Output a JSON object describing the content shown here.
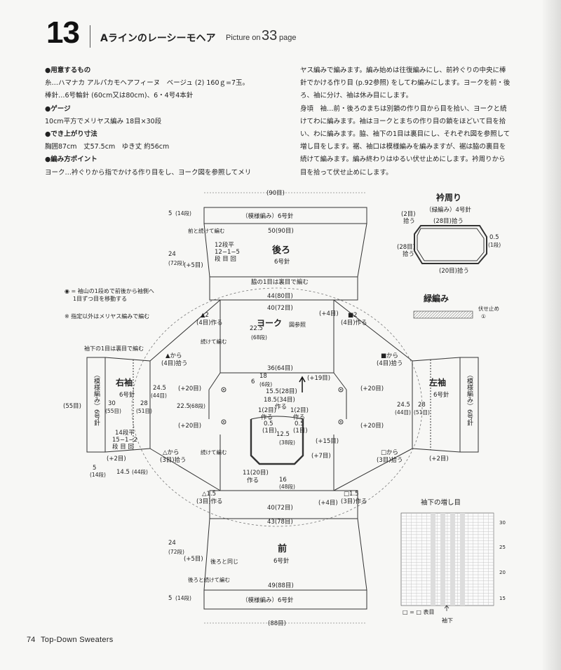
{
  "header": {
    "number": "13",
    "title": "Aラインのレーシーモヘア",
    "picture_on": "Picture on",
    "picture_page": "33",
    "page_word": "page"
  },
  "left_text": [
    {
      "t": "●用意するもの",
      "bold": true
    },
    {
      "t": "糸…ハマナカ アルパカモヘアフィーヌ　ベージュ (2) 160ｇ=7玉。",
      "bold": false
    },
    {
      "t": "棒針…6号輪針 (60cm又は80cm)、6・4号4本針",
      "bold": false
    },
    {
      "t": "●ゲージ",
      "bold": true
    },
    {
      "t": "10cm平方でメリヤス編み 18目×30段",
      "bold": false
    },
    {
      "t": "●でき上がり寸法",
      "bold": true
    },
    {
      "t": "胸囲87cm　丈57.5cm　ゆき丈 約56cm",
      "bold": false
    },
    {
      "t": "●編み方ポイント",
      "bold": true
    },
    {
      "t": "ヨーク…衿ぐりから指でかける作り目をし、ヨーク図を参照してメリ",
      "bold": false
    }
  ],
  "right_text": [
    "ヤス編みで編みます。編み始めは往復編みにし、前衿ぐりの中央に棒",
    "針でかける作り目 (p.92参照) をしてわ編みにします。ヨークを前・後",
    "ろ、袖に分け、袖は休み目にします。",
    "身頃　袖…前・後ろのまちは別鎖の作り目から目を拾い、ヨークと続",
    "けてわに編みます。袖はヨークとまちの作り目の鎖をほどいて目を拾",
    "い、わに編みます。脇、袖下の1目は裏目にし、それぞれ図を参照して",
    "増し目をします。裾、袖口は模様編みを編みますが、裾は脇の裏目を",
    "続けて編みます。編み終わりはゆるい伏せ止めにします。衿周りから",
    "目を拾って伏せ止めにします。"
  ],
  "notes": {
    "note1_l1": "◉ = 袖山の1段めで前後から袖側へ",
    "note1_l2": "1目ずつ目を移動する",
    "note2": "※ 指定以外はメリヤス編みで編む"
  },
  "back": {
    "title": "後ろ",
    "needle": "6号針",
    "pattern_band": "（模様編み）6号針",
    "top_w": "(90目)",
    "w50": "50(90目)",
    "w44": "44(80目)",
    "w40": "40(72目)",
    "side_note": "脇の1目は裏目で編む",
    "inc1": "12段平",
    "inc2": "12−1−5",
    "inc3": "段 目 回",
    "inc_plus": "(+5目)",
    "h_band": "5",
    "h_band_rows": "(14段)",
    "h_body": "24",
    "h_body_rows": "(72段)",
    "cont": "前と続けて編む"
  },
  "front": {
    "title": "前",
    "needle": "6号針",
    "pattern_band": "（模様編み）6号針",
    "bot_w": "(88目)",
    "w49": "49(88目)",
    "w43": "43(78目)",
    "w40": "40(72目)",
    "same_as_back": "後ろと同じ",
    "inc_plus": "(+5目)",
    "h_body": "24",
    "h_body_rows": "(72段)",
    "h_band": "5",
    "h_band_rows": "(14段)",
    "cont": "後ろと続けて編む",
    "gusset_l": "△1.5",
    "gusset_l2": "(3目)作る",
    "gusset_r": "□1.5",
    "gusset_r2": "(3目)作る",
    "plus4": "(+4目)"
  },
  "yoke": {
    "title": "ヨーク",
    "ref": "図参照",
    "h": "22.5",
    "h_rows": "(68段)",
    "w36": "36(64目)",
    "w18": "18",
    "w18r": "(6段)",
    "w6": "6",
    "neck": "15.5(28目)",
    "v185": "18.5(34目)",
    "v185b": "作る",
    "plus19": "(+19目)",
    "one_l": "1(2目)",
    "one_l2": "作る",
    "one_r": "1(2目)",
    "one_r2": "作る",
    "plus15": "(+15目)",
    "plus7": "(+7目)",
    "n05l": "0.5",
    "n05l2": "(1目)",
    "n05r": "0.5",
    "n05r2": "(1目)",
    "n125": "12.5",
    "n125r": "(38段)",
    "n11": "11(20目)",
    "n11b": "作る",
    "n16": "16",
    "n16r": "(48段)",
    "tri_l": "▲2",
    "tri_l2": "(4目)作る",
    "sq_r": "■2",
    "sq_r2": "(4目)作る",
    "plus4": "(+4目)",
    "cont": "続けて編む",
    "cont2": "続けて編む"
  },
  "right_sleeve": {
    "title": "右袖",
    "needle": "6号針",
    "band": "（模様編み）6号針",
    "under_note": "袖下の1目は裏目で編む",
    "pick1": "▲から",
    "pick1b": "(4目)拾う",
    "pick2": "△から",
    "pick2b": "(3目)拾う",
    "w55": "(55目)",
    "w30": "30",
    "w30b": "(55目)",
    "w28": "28",
    "w28b": "(51目)",
    "w245": "24.5",
    "w245b": "(44目)",
    "len225": "22.5",
    "len225r": "(68段)",
    "inc1": "14段平",
    "inc2": "15−1−2",
    "inc3": "段 目 回",
    "plus2": "(+2目)",
    "plus20a": "(+20目)",
    "plus20b": "(+20目)",
    "cuff": "5",
    "cuff_r": "(14段)",
    "body": "14.5",
    "body_r": "(44段)"
  },
  "left_sleeve": {
    "title": "左袖",
    "needle": "6号針",
    "band": "（模様編み）6号針",
    "pick1": "■から",
    "pick1b": "(4目)拾う",
    "pick2": "□から",
    "pick2b": "(3目)拾う",
    "w245": "24.5",
    "w245b": "(44目)",
    "w28": "28",
    "w28b": "(51目)",
    "plus20a": "(+20目)",
    "plus20b": "(+20目)",
    "plus2": "(+2目)"
  },
  "collar": {
    "title": "衿周り",
    "sub": "（緑編み）4号針",
    "pick28top": "(28目)拾う",
    "left": "(2目)",
    "left2": "拾う",
    "left28": "(28目)",
    "left28b": "拾う",
    "bottom": "(20目)拾う",
    "right": "0.5",
    "right2": "(1段)"
  },
  "edge": {
    "title": "緑編み",
    "bind": "伏せ止め",
    "one": "①"
  },
  "chart": {
    "title": "袖下の増し目",
    "legend": "□ = □ 表目",
    "under": "袖下",
    "rows": [
      "30",
      "25",
      "20",
      "15"
    ]
  },
  "footer": {
    "page": "74",
    "book": "Top-Down Sweaters"
  }
}
